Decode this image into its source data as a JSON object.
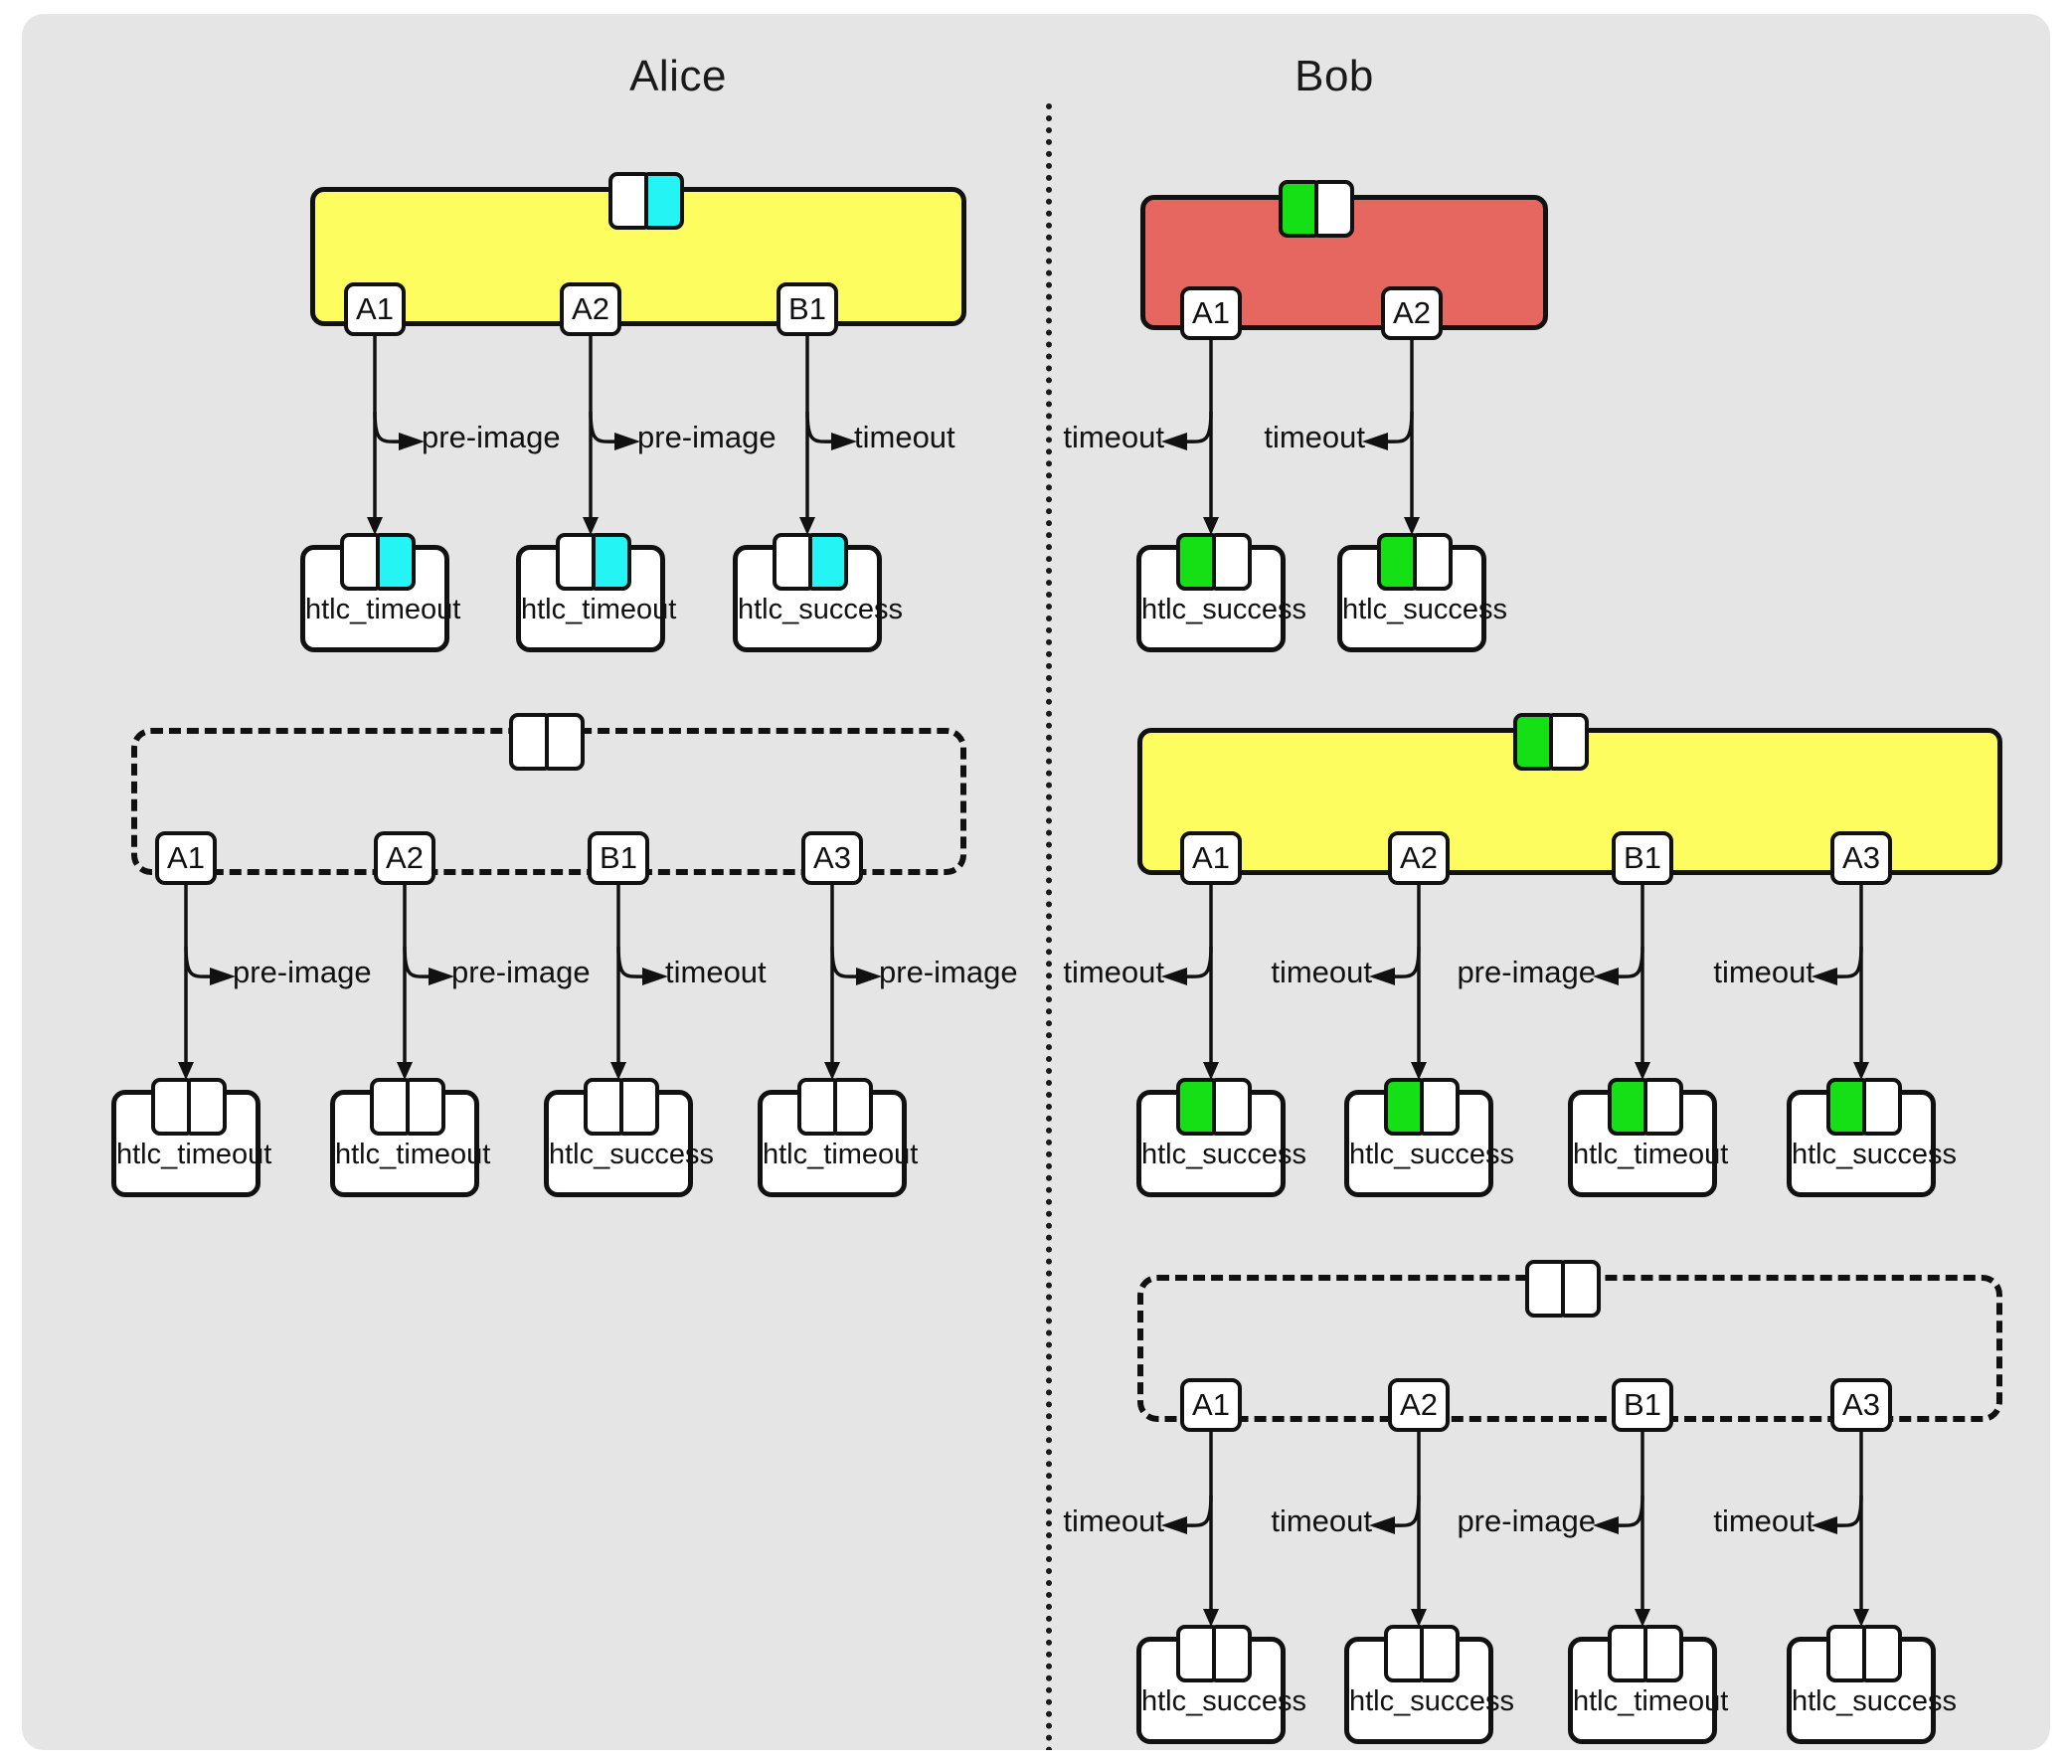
{
  "columns": {
    "alice": {
      "title": "Alice"
    },
    "bob": {
      "title": "Bob"
    }
  },
  "labels": {
    "pre_image": "pre-image",
    "timeout": "timeout",
    "htlc_timeout": "htlc_timeout",
    "htlc_success": "htlc_success",
    "out_a1": "A1",
    "out_a2": "A2",
    "out_a3": "A3",
    "out_b1": "B1"
  },
  "colors": {
    "background": "#e5e5e5",
    "commitment_yellow": "#fdfd60",
    "commitment_red": "#e5675f",
    "state_cyan": "#25f4f4",
    "state_green": "#15e015",
    "state_white": "#ffffff",
    "stroke": "#111111"
  },
  "alice": {
    "rows": [
      {
        "tx_kind": "yellow",
        "tx_states": [
          "white",
          "cyan"
        ],
        "outputs": [
          "A1",
          "A2",
          "B1"
        ],
        "edges": [
          "pre-image",
          "pre-image",
          "timeout"
        ],
        "edge_direction": "right",
        "children": [
          {
            "label": "htlc_timeout",
            "states": [
              "white",
              "cyan"
            ]
          },
          {
            "label": "htlc_timeout",
            "states": [
              "white",
              "cyan"
            ]
          },
          {
            "label": "htlc_success",
            "states": [
              "white",
              "cyan"
            ]
          }
        ]
      },
      {
        "tx_kind": "dashed",
        "tx_states": [
          "white",
          "white"
        ],
        "outputs": [
          "A1",
          "A2",
          "B1",
          "A3"
        ],
        "edges": [
          "pre-image",
          "pre-image",
          "timeout",
          "pre-image"
        ],
        "edge_direction": "right",
        "children": [
          {
            "label": "htlc_timeout",
            "states": [
              "white",
              "white"
            ]
          },
          {
            "label": "htlc_timeout",
            "states": [
              "white",
              "white"
            ]
          },
          {
            "label": "htlc_success",
            "states": [
              "white",
              "white"
            ]
          },
          {
            "label": "htlc_timeout",
            "states": [
              "white",
              "white"
            ]
          }
        ]
      }
    ]
  },
  "bob": {
    "rows": [
      {
        "tx_kind": "red",
        "tx_states": [
          "green",
          "white"
        ],
        "outputs": [
          "A1",
          "A2"
        ],
        "edges": [
          "timeout",
          "timeout"
        ],
        "edge_direction": "left",
        "children": [
          {
            "label": "htlc_success",
            "states": [
              "green",
              "white"
            ]
          },
          {
            "label": "htlc_success",
            "states": [
              "green",
              "white"
            ]
          }
        ]
      },
      {
        "tx_kind": "yellow",
        "tx_states": [
          "green",
          "white"
        ],
        "outputs": [
          "A1",
          "A2",
          "B1",
          "A3"
        ],
        "edges": [
          "timeout",
          "timeout",
          "pre-image",
          "timeout"
        ],
        "edge_direction": "left",
        "children": [
          {
            "label": "htlc_success",
            "states": [
              "green",
              "white"
            ]
          },
          {
            "label": "htlc_success",
            "states": [
              "green",
              "white"
            ]
          },
          {
            "label": "htlc_timeout",
            "states": [
              "green",
              "white"
            ]
          },
          {
            "label": "htlc_success",
            "states": [
              "green",
              "white"
            ]
          }
        ]
      },
      {
        "tx_kind": "dashed",
        "tx_states": [
          "white",
          "white"
        ],
        "outputs": [
          "A1",
          "A2",
          "B1",
          "A3"
        ],
        "edges": [
          "timeout",
          "timeout",
          "pre-image",
          "timeout"
        ],
        "edge_direction": "left",
        "children": [
          {
            "label": "htlc_success",
            "states": [
              "white",
              "white"
            ]
          },
          {
            "label": "htlc_success",
            "states": [
              "white",
              "white"
            ]
          },
          {
            "label": "htlc_timeout",
            "states": [
              "white",
              "white"
            ]
          },
          {
            "label": "htlc_success",
            "states": [
              "white",
              "white"
            ]
          }
        ]
      }
    ]
  }
}
